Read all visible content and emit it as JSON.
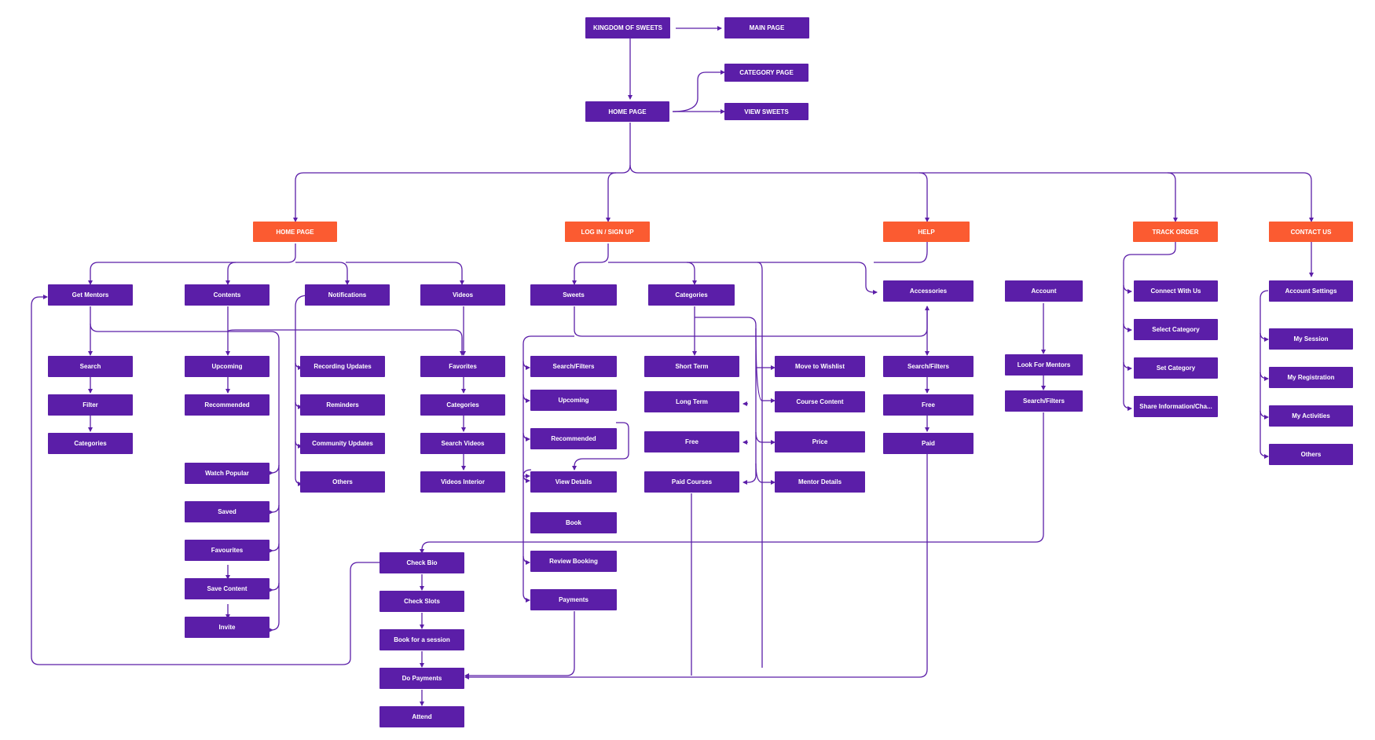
{
  "colors": {
    "node": "#5b1ea8",
    "section": "#fb5b31",
    "connector": "#5b1ea8",
    "background": "#ffffff"
  },
  "nodes": {
    "kingdom": "KINGDOM OF SWEETS",
    "main_page": "MAIN PAGE",
    "category_page": "CATEGORY PAGE",
    "home_page_top": "HOME PAGE",
    "view_sweets": "VIEW SWEETS",
    "sec_home_page": "HOME PAGE",
    "sec_login": "LOG IN / SIGN UP",
    "sec_help": "HELP",
    "sec_track_order": "TRACK ORDER",
    "sec_contact_us": "CONTACT US",
    "get_mentors": "Get Mentors",
    "contents": "Contents",
    "notifications": "Notifications",
    "videos": "Videos",
    "sweets": "Sweets",
    "categories_main": "Categories",
    "accessories": "Accessories",
    "account": "Account",
    "connect_with_us": "Connect With Us",
    "select_category": "Select Category",
    "set_category": "Set Category",
    "share_information": "Share Information/Cha...",
    "account_settings": "Account Settings",
    "my_session": "My Session",
    "my_registration": "My Registration",
    "my_activities": "My Activities",
    "others_contact": "Others",
    "search": "Search",
    "filter": "Filter",
    "categories_mentors": "Categories",
    "upcoming_contents": "Upcoming",
    "recommended_contents": "Recommended",
    "watch_popular": "Watch Popular",
    "saved": "Saved",
    "favourites": "Favourites",
    "save_content": "Save Content",
    "invite": "Invite",
    "recording_updates": "Recording Updates",
    "reminders": "Reminders",
    "community_updates": "Community Updates",
    "others_notifications": "Others",
    "favorites": "Favorites",
    "categories_videos": "Categories",
    "search_videos": "Search Videos",
    "videos_interior": "Videos Interior",
    "search_filters_sweets": "Search/Filters",
    "upcoming_sweets": "Upcoming",
    "recommended_sweets": "Recommended",
    "view_details": "View Details",
    "book": "Book",
    "review_booking": "Review Booking",
    "payments": "Payments",
    "short_term": "Short Term",
    "long_term": "Long Term",
    "free_categories": "Free",
    "paid_courses": "Paid Courses",
    "move_to_wishlist": "Move to Wishlist",
    "course_content": "Course Content",
    "price": "Price",
    "mentor_details": "Mentor Details",
    "search_filters_accessories": "Search/Filters",
    "free_accessories": "Free",
    "paid_accessories": "Paid",
    "look_for_mentors": "Look For Mentors",
    "search_filters_account": "Search/Filters",
    "check_bio": "Check Bio",
    "check_slots": "Check Slots",
    "book_for_session": "Book for a session",
    "do_payments": "Do Payments",
    "attend": "Attend"
  }
}
